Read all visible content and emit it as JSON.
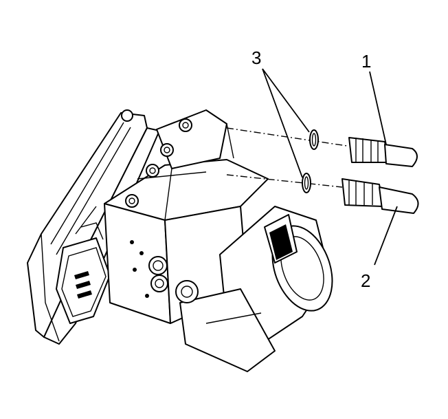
{
  "callouts": {
    "c1": "1",
    "c2": "2",
    "c3": "3"
  },
  "icons": [
    "bolt-icon",
    "connector-icon",
    "o-ring-icon",
    "fitting-icon"
  ],
  "colors": {
    "line": "#000000",
    "fill": "#ffffff"
  }
}
